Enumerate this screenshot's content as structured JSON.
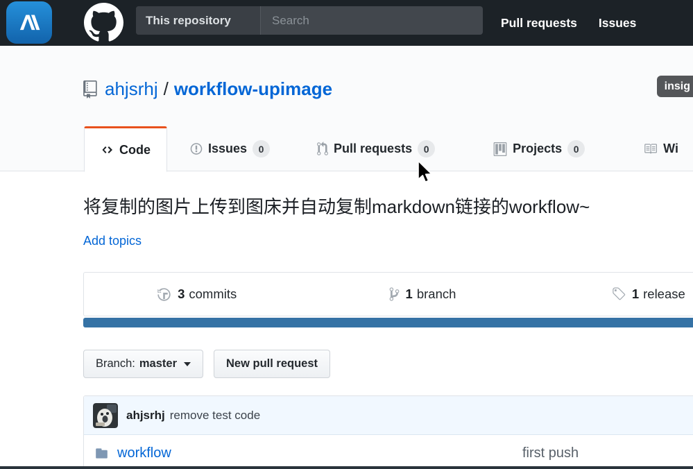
{
  "header": {
    "search_scope": "This repository",
    "search_placeholder": "Search",
    "nav": {
      "pull_requests": "Pull requests",
      "issues": "Issues"
    }
  },
  "repo": {
    "owner": "ahjsrhj",
    "separator": "/",
    "name": "workflow-upimage",
    "insights_chip": "insig",
    "tabs": [
      {
        "label": "Code",
        "active": true
      },
      {
        "label": "Issues",
        "count": "0"
      },
      {
        "label": "Pull requests",
        "count": "0"
      },
      {
        "label": "Projects",
        "count": "0"
      },
      {
        "label": "Wi"
      }
    ],
    "description": "将复制的图片上传到图床并自动复制markdown链接的workflow~",
    "add_topics_label": "Add topics",
    "stats": [
      {
        "icon": "history-icon",
        "number": "3",
        "label": "commits"
      },
      {
        "icon": "branch-icon",
        "number": "1",
        "label": "branch"
      },
      {
        "icon": "tag-icon",
        "number": "1",
        "label": "release"
      }
    ],
    "branch_button": {
      "prefix": "Branch:",
      "value": "master"
    },
    "new_pull_request_label": "New pull request",
    "latest_commit": {
      "author": "ahjsrhj",
      "message": "remove test code"
    },
    "files": [
      {
        "name": "workflow",
        "commit_message": "first push"
      }
    ]
  },
  "colors": {
    "header_bg": "#1c2227",
    "link_blue": "#0366d6",
    "active_tab_accent": "#e8511d",
    "language_bar": "#3572a5",
    "commit_tease_bg": "#f1f8ff",
    "alfred_icon_blue": "#1f7fd0"
  }
}
